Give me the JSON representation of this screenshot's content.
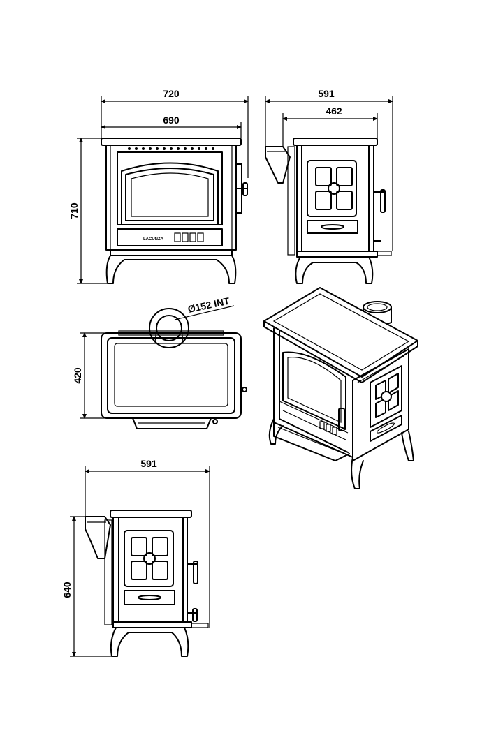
{
  "dimensions": {
    "front_width_outer": "720",
    "front_width_inner": "690",
    "front_height": "710",
    "side_depth_outer": "591",
    "side_depth_inner": "462",
    "top_flue": "Ø152 INT",
    "top_depth": "420",
    "side2_depth": "591",
    "side2_height": "640"
  },
  "labels": {
    "brand": "LACUNZA"
  },
  "colors": {
    "line": "#000000",
    "background": "#ffffff"
  }
}
